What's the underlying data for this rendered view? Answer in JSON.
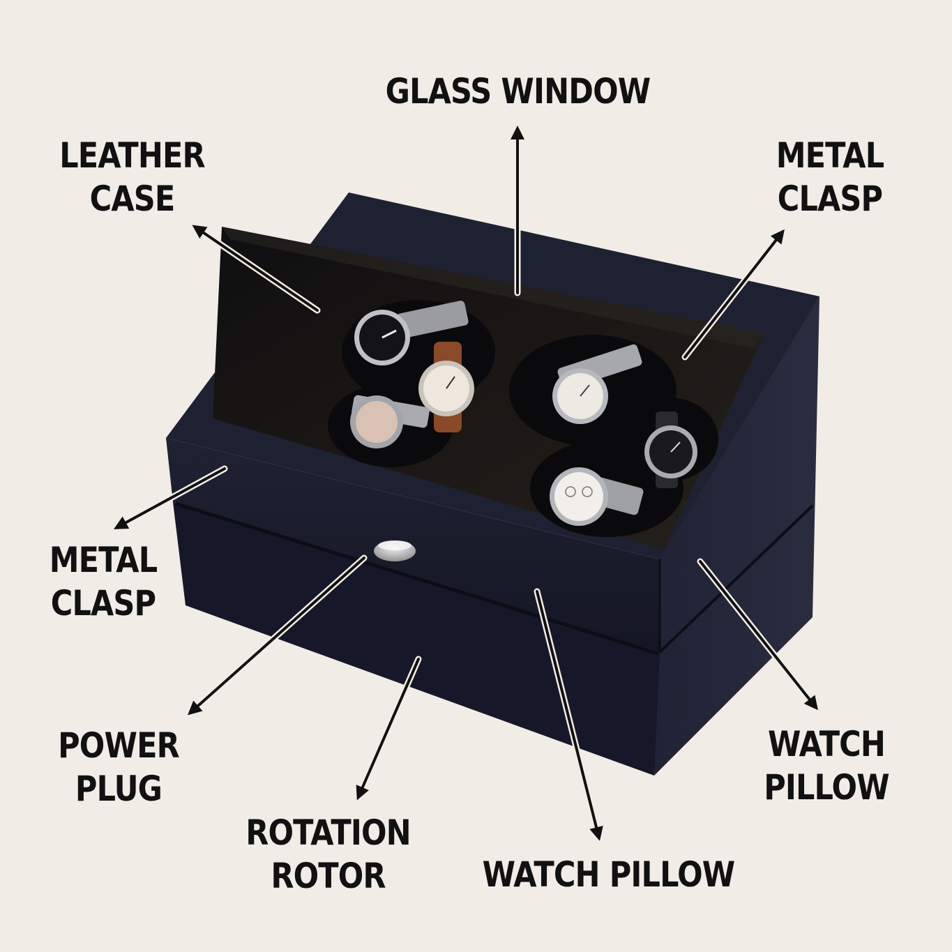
{
  "callouts": {
    "glass_window": {
      "lines": [
        "GLASS WINDOW"
      ]
    },
    "leather_case": {
      "lines": [
        "LEATHER",
        "CASE"
      ]
    },
    "metal_clasp_top": {
      "lines": [
        "METAL",
        "CLASP"
      ]
    },
    "metal_clasp_left": {
      "lines": [
        "METAL",
        "CLASP"
      ]
    },
    "power_plug": {
      "lines": [
        "POWER",
        "PLUG"
      ]
    },
    "rotation_rotor": {
      "lines": [
        "ROTATION",
        "ROTOR"
      ]
    },
    "watch_pillow_bottom": {
      "lines": [
        "WATCH PILLOW"
      ]
    },
    "watch_pillow_right": {
      "lines": [
        "WATCH",
        "PILLOW"
      ]
    }
  },
  "colors": {
    "background": "#f1ece6",
    "case": "#1a1d2b",
    "text": "#111111",
    "arrow": "#111111",
    "glass": "#151311"
  },
  "watches": [
    {
      "dial": "black"
    },
    {
      "dial": "cream"
    },
    {
      "dial": "rose-gold"
    },
    {
      "dial": "white"
    },
    {
      "dial": "black"
    },
    {
      "dial": "white"
    }
  ]
}
